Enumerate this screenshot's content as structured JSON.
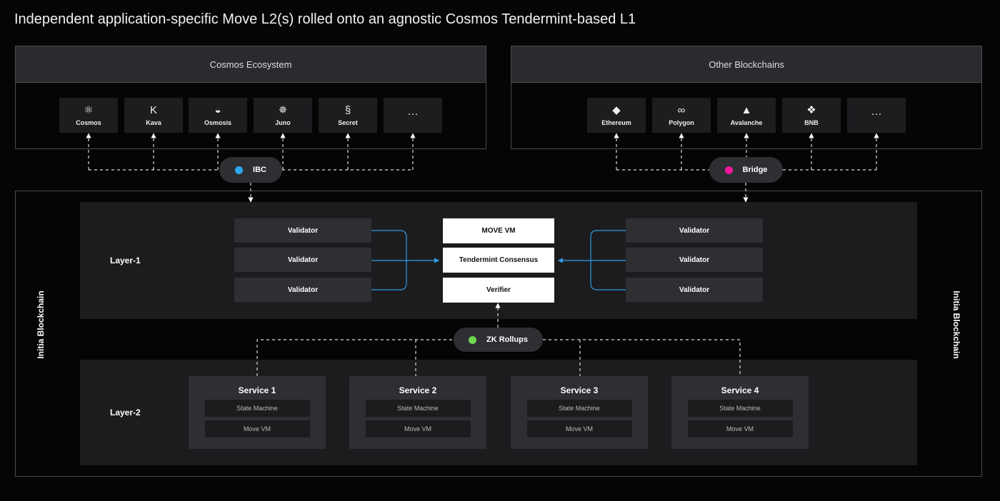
{
  "title": "Independent application-specific Move L2(s) rolled onto an agnostic Cosmos Tendermint-based L1",
  "cosmos": {
    "label": "Cosmos Ecosystem",
    "items": [
      {
        "label": "Cosmos",
        "icon": "atom-icon"
      },
      {
        "label": "Kava",
        "icon": "kava-k-icon"
      },
      {
        "label": "Osmosis",
        "icon": "osmosis-icon"
      },
      {
        "label": "Juno",
        "icon": "juno-icon"
      },
      {
        "label": "Secret",
        "icon": "secret-s-icon"
      },
      {
        "label": "",
        "icon": "ellipsis-icon"
      }
    ]
  },
  "other": {
    "label": "Other Blockchains",
    "items": [
      {
        "label": "Ethereum",
        "icon": "ethereum-icon"
      },
      {
        "label": "Polygon",
        "icon": "polygon-icon"
      },
      {
        "label": "Avalanche",
        "icon": "avalanche-icon"
      },
      {
        "label": "BNB",
        "icon": "bnb-icon"
      },
      {
        "label": "",
        "icon": "ellipsis-icon"
      }
    ]
  },
  "ibc": {
    "label": "IBC",
    "color": "#2fa8f0"
  },
  "bridge": {
    "label": "Bridge",
    "color": "#f0189a"
  },
  "zk": {
    "label": "ZK Rollups",
    "color": "#6fd64f"
  },
  "initia_label": "Initia Blockchain",
  "layer1": {
    "label": "Layer-1",
    "validator": "Validator",
    "core": [
      "MOVE VM",
      "Tendermint Consensus",
      "Verifier"
    ],
    "arrow_color": "#2f9be6"
  },
  "layer2": {
    "label": "Layer-2",
    "services": [
      {
        "name": "Service 1"
      },
      {
        "name": "Service 2"
      },
      {
        "name": "Service 3"
      },
      {
        "name": "Service 4"
      }
    ],
    "state_machine": "State Machine",
    "move_vm": "Move VM"
  }
}
